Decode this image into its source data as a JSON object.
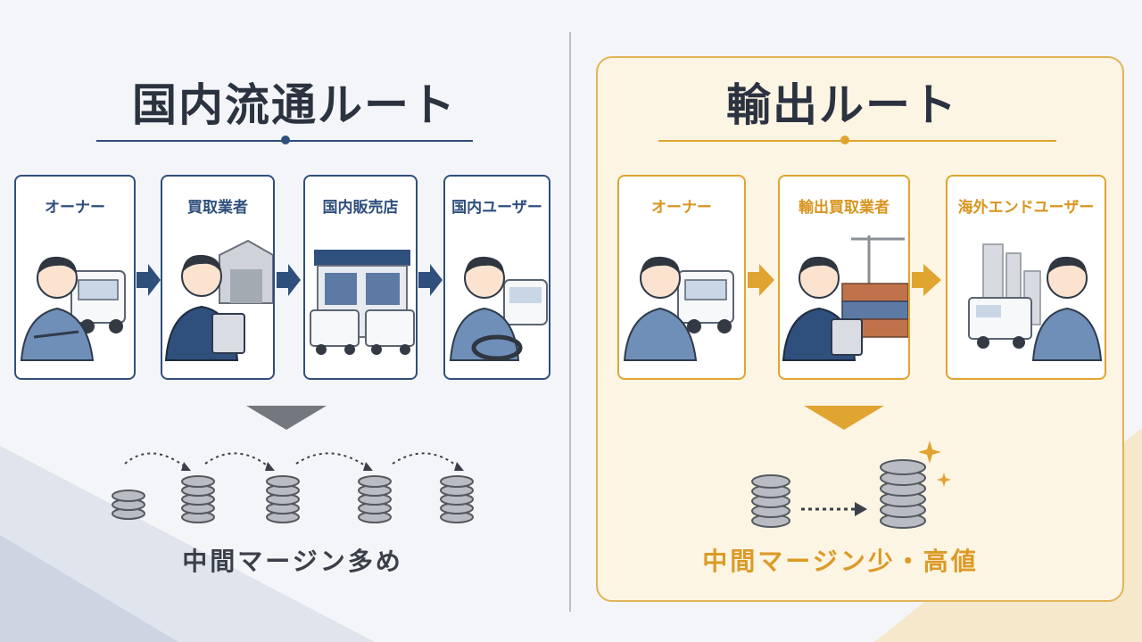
{
  "domestic": {
    "title": "国内流通ルート",
    "steps": [
      "オーナー",
      "買取業者",
      "国内販売店",
      "国内ユーザー"
    ],
    "caption": "中間マージン多め"
  },
  "export": {
    "title": "輸出ルート",
    "steps": [
      "オーナー",
      "輸出買取業者",
      "海外エンドユーザー"
    ],
    "caption": "中間マージン少・高値"
  },
  "colors": {
    "navy": "#2f4f7d",
    "gold": "#e0a430",
    "gold_text": "#dc9a26",
    "coin_gray": "#8b9097",
    "arrow_gray": "#73787f"
  }
}
